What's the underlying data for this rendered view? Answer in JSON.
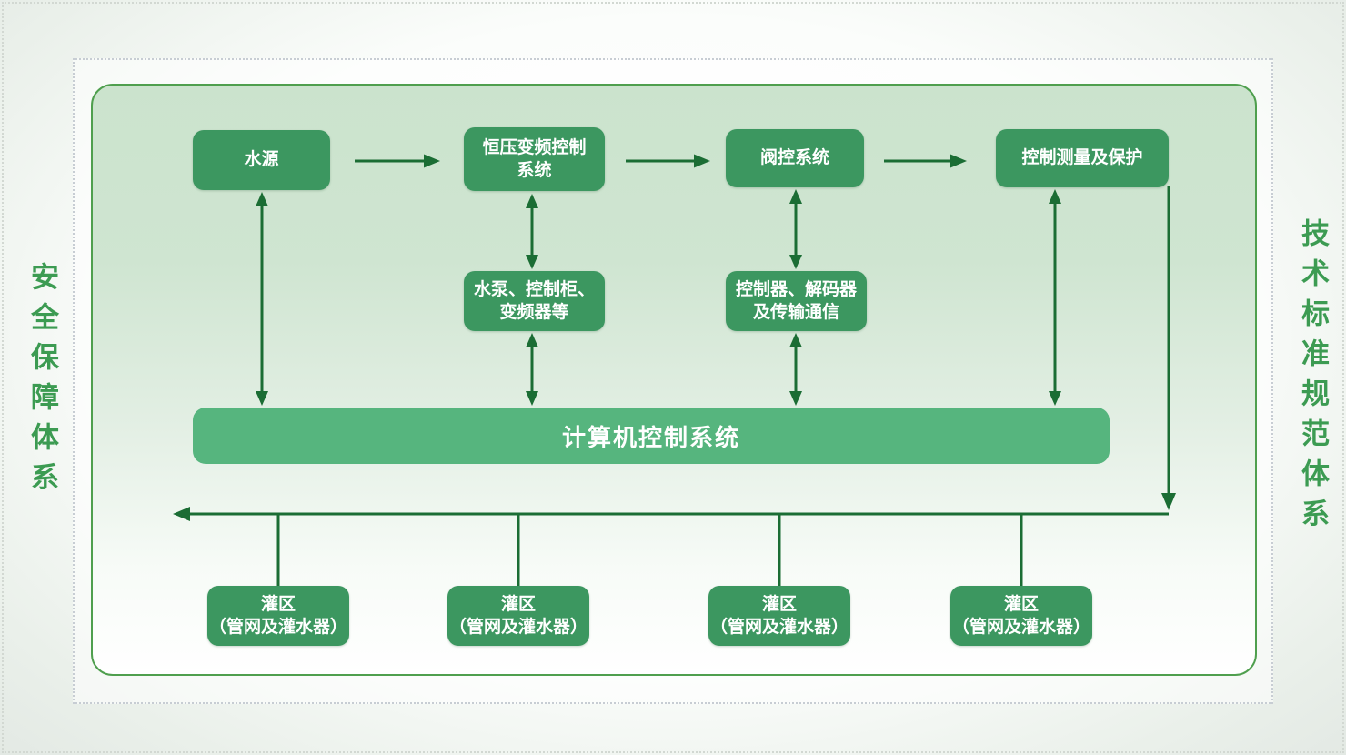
{
  "sides": {
    "left": "安全保障体系",
    "right": "技术标准规范体系"
  },
  "colors": {
    "node_green": "#3c9760",
    "bar_green": "#56b57e",
    "arrow_green": "#1b6d34",
    "panel_border_green": "#4f9f4e",
    "panel_fill_top": "#cbe3cd",
    "side_label_green": "#3c9b52",
    "text_on_node": "#ffffff"
  },
  "diagram": {
    "top_row": [
      {
        "id": "water-source",
        "line1": "水源"
      },
      {
        "id": "constant-pressure-vfd-control",
        "line1": "恒压变频控制",
        "line2": "系统"
      },
      {
        "id": "valve-control-system",
        "line1": "阀控系统"
      },
      {
        "id": "control-measurement-protection",
        "line1": "控制测量及保护"
      }
    ],
    "middle_row": [
      {
        "id": "pump-cabinet-vfd",
        "line1": "水泵、控制柜、",
        "line2": "变频器等"
      },
      {
        "id": "controller-decoder-comm",
        "line1": "控制器、解码器",
        "line2": "及传输通信"
      }
    ],
    "computer_bar": {
      "label": "计算机控制系统"
    },
    "bottom_row": [
      {
        "line1": "灌区",
        "line2": "（管网及灌水器）"
      },
      {
        "line1": "灌区",
        "line2": "（管网及灌水器）"
      },
      {
        "line1": "灌区",
        "line2": "（管网及灌水器）"
      },
      {
        "line1": "灌区",
        "line2": "（管网及灌水器）"
      }
    ]
  }
}
